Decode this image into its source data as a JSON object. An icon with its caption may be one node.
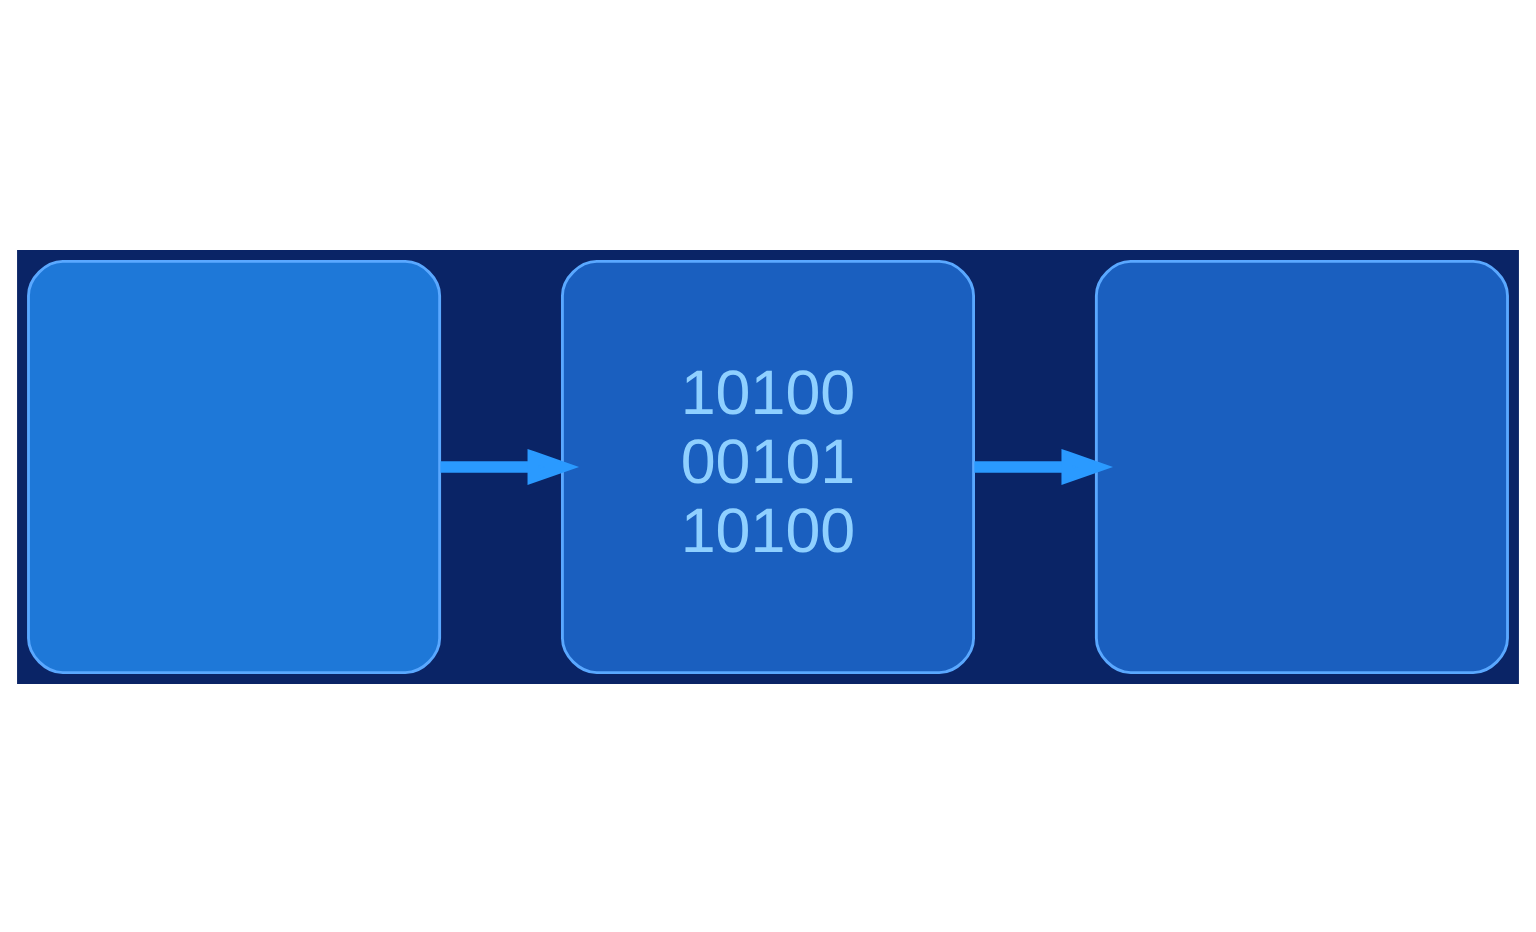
{
  "diagram": {
    "nodes": [
      {
        "text": [],
        "shape": "box"
      },
      {
        "text": [
          "10100 00101 10100"
        ]
      },
      {
        "text": [],
        "shape": "box"
      }
    ],
    "edges": [
      {
        "from": 0,
        "to": 1,
        "arrow": "to"
      },
      {
        "from": 1,
        "to": 2,
        "arrow": "to"
      }
    ]
  }
}
